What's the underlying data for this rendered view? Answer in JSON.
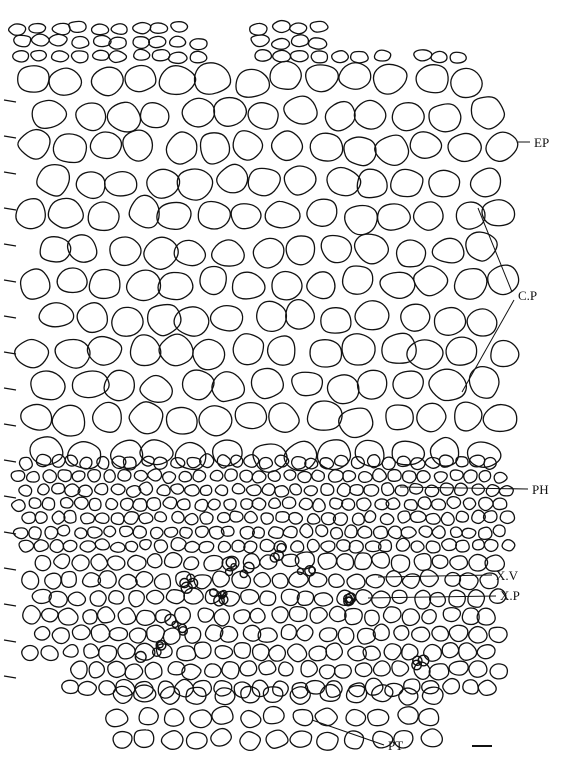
{
  "labels": [
    {
      "id": "ep",
      "text": "EP"
    },
    {
      "id": "cp",
      "text": "C.P"
    },
    {
      "id": "ph",
      "text": "PH"
    },
    {
      "id": "xv",
      "text": "X.V"
    },
    {
      "id": "xp",
      "text": "X.P"
    },
    {
      "id": "pt",
      "text": "PT"
    }
  ],
  "colors": {
    "line": "#111111",
    "background": "#ffffff"
  }
}
